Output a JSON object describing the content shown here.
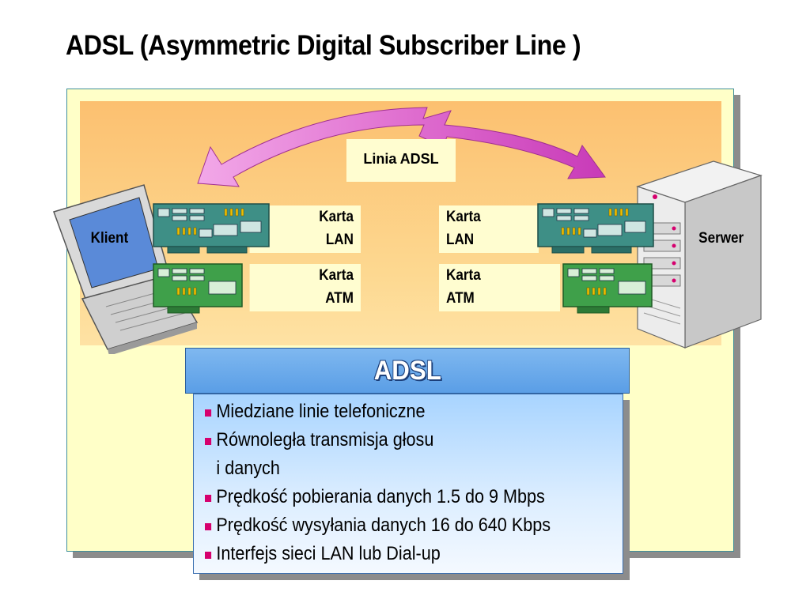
{
  "title": "ADSL (Asymmetric Digital Subscriber Line )",
  "diagram": {
    "line_label": "Linia ADSL",
    "client_label": "Klient",
    "server_label": "Serwer",
    "cards": [
      {
        "line1": "Karta",
        "line2": "LAN"
      },
      {
        "line1": "Karta",
        "line2": "ATM"
      },
      {
        "line1": "Karta",
        "line2": "LAN"
      },
      {
        "line1": "Karta",
        "line2": "ATM"
      }
    ]
  },
  "info": {
    "heading": "ADSL",
    "bullets": [
      "Miedziane linie telefoniczne",
      "Równoległa transmisja głosu",
      "i danych",
      "Prędkość pobierania danych 1.5 do 9 Mbps",
      "Prędkość wysyłania danych 16 do 640 Kbps",
      "Interfejs sieci LAN lub Dial-up"
    ]
  },
  "colors": {
    "accent": "#d6006e",
    "arrow": "#e46ad0",
    "header_blue": "#5a9ee6",
    "frame": "#ffffc8",
    "inner": "#fcc070",
    "card_lan": "#3e8f86",
    "card_atm": "#3fa04a"
  }
}
